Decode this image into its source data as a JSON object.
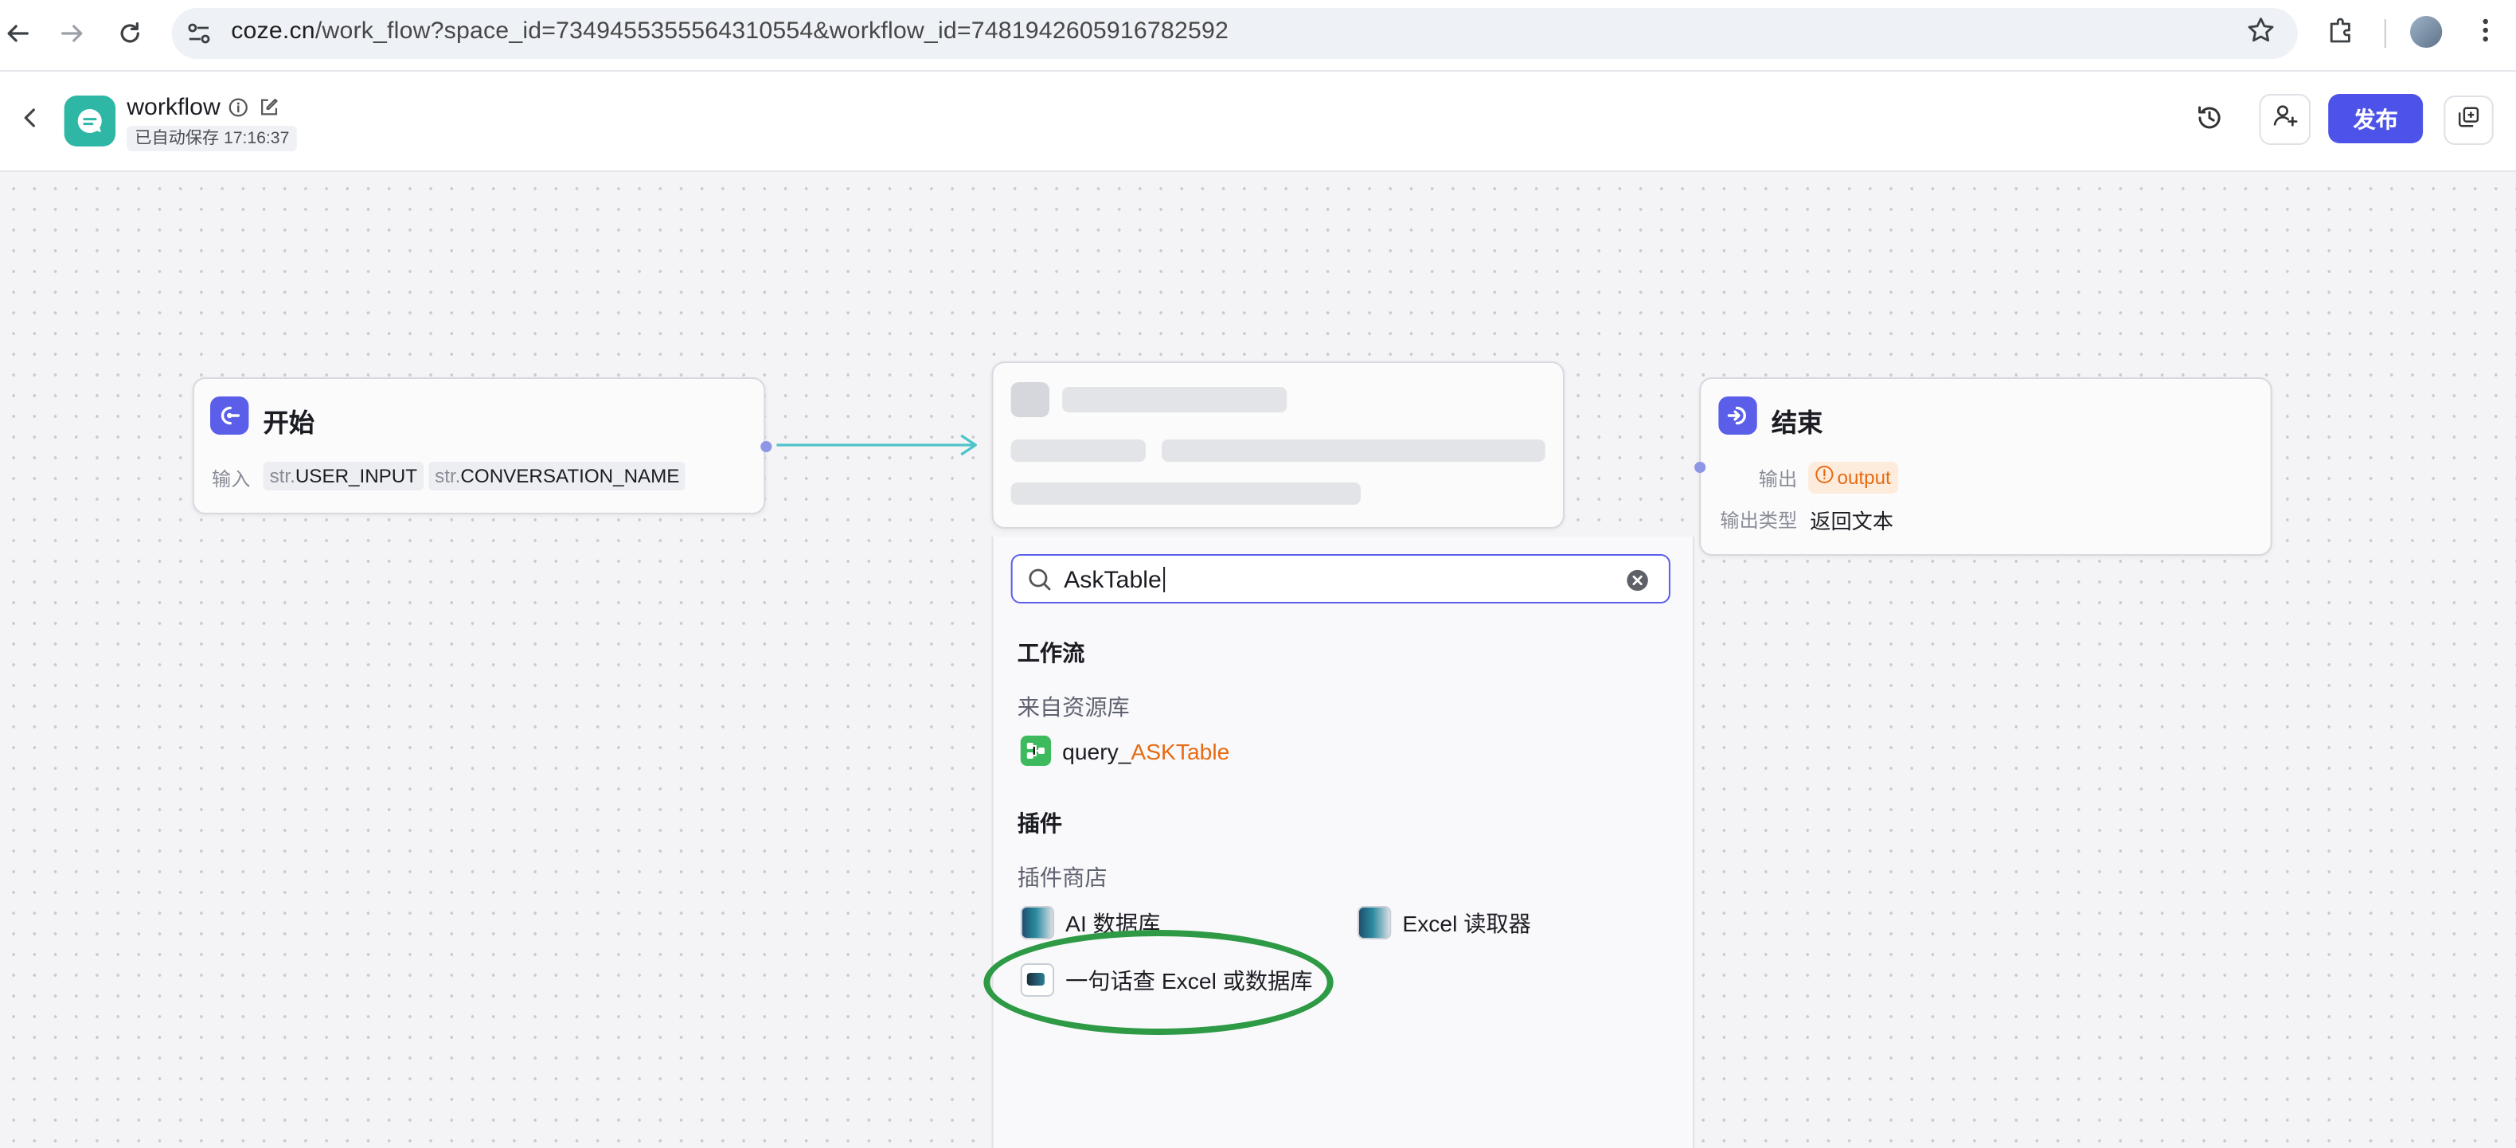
{
  "browser": {
    "url_domain": "coze.cn",
    "url_path": "/work_flow?space_id=7349455355564310554&workflow_id=7481942605916782592"
  },
  "header": {
    "title": "workflow",
    "autosave": "已自动保存 17:16:37",
    "publish_label": "发布"
  },
  "nodes": {
    "start": {
      "title": "开始",
      "input_label": "输入",
      "params": [
        {
          "type": "str.",
          "name": "USER_INPUT"
        },
        {
          "type": "str.",
          "name": "CONVERSATION_NAME"
        }
      ]
    },
    "end": {
      "title": "结束",
      "output_label": "输出",
      "output_tag": "output",
      "output_type_label": "输出类型",
      "output_type_value": "返回文本"
    }
  },
  "search": {
    "query": "AskTable",
    "sections": {
      "workflow": {
        "title": "工作流",
        "subtitle": "来自资源库",
        "result_prefix": "query_",
        "result_highlight": "ASKTable"
      },
      "plugin": {
        "title": "插件",
        "subtitle": "插件商店",
        "results": [
          "AI 数据库",
          "Excel 读取器",
          "一句话查 Excel 或数据库"
        ]
      }
    }
  },
  "colors": {
    "accent": "#4d53e8",
    "highlight_text": "#e66b12",
    "annotation_ellipse": "#2e9a45"
  }
}
